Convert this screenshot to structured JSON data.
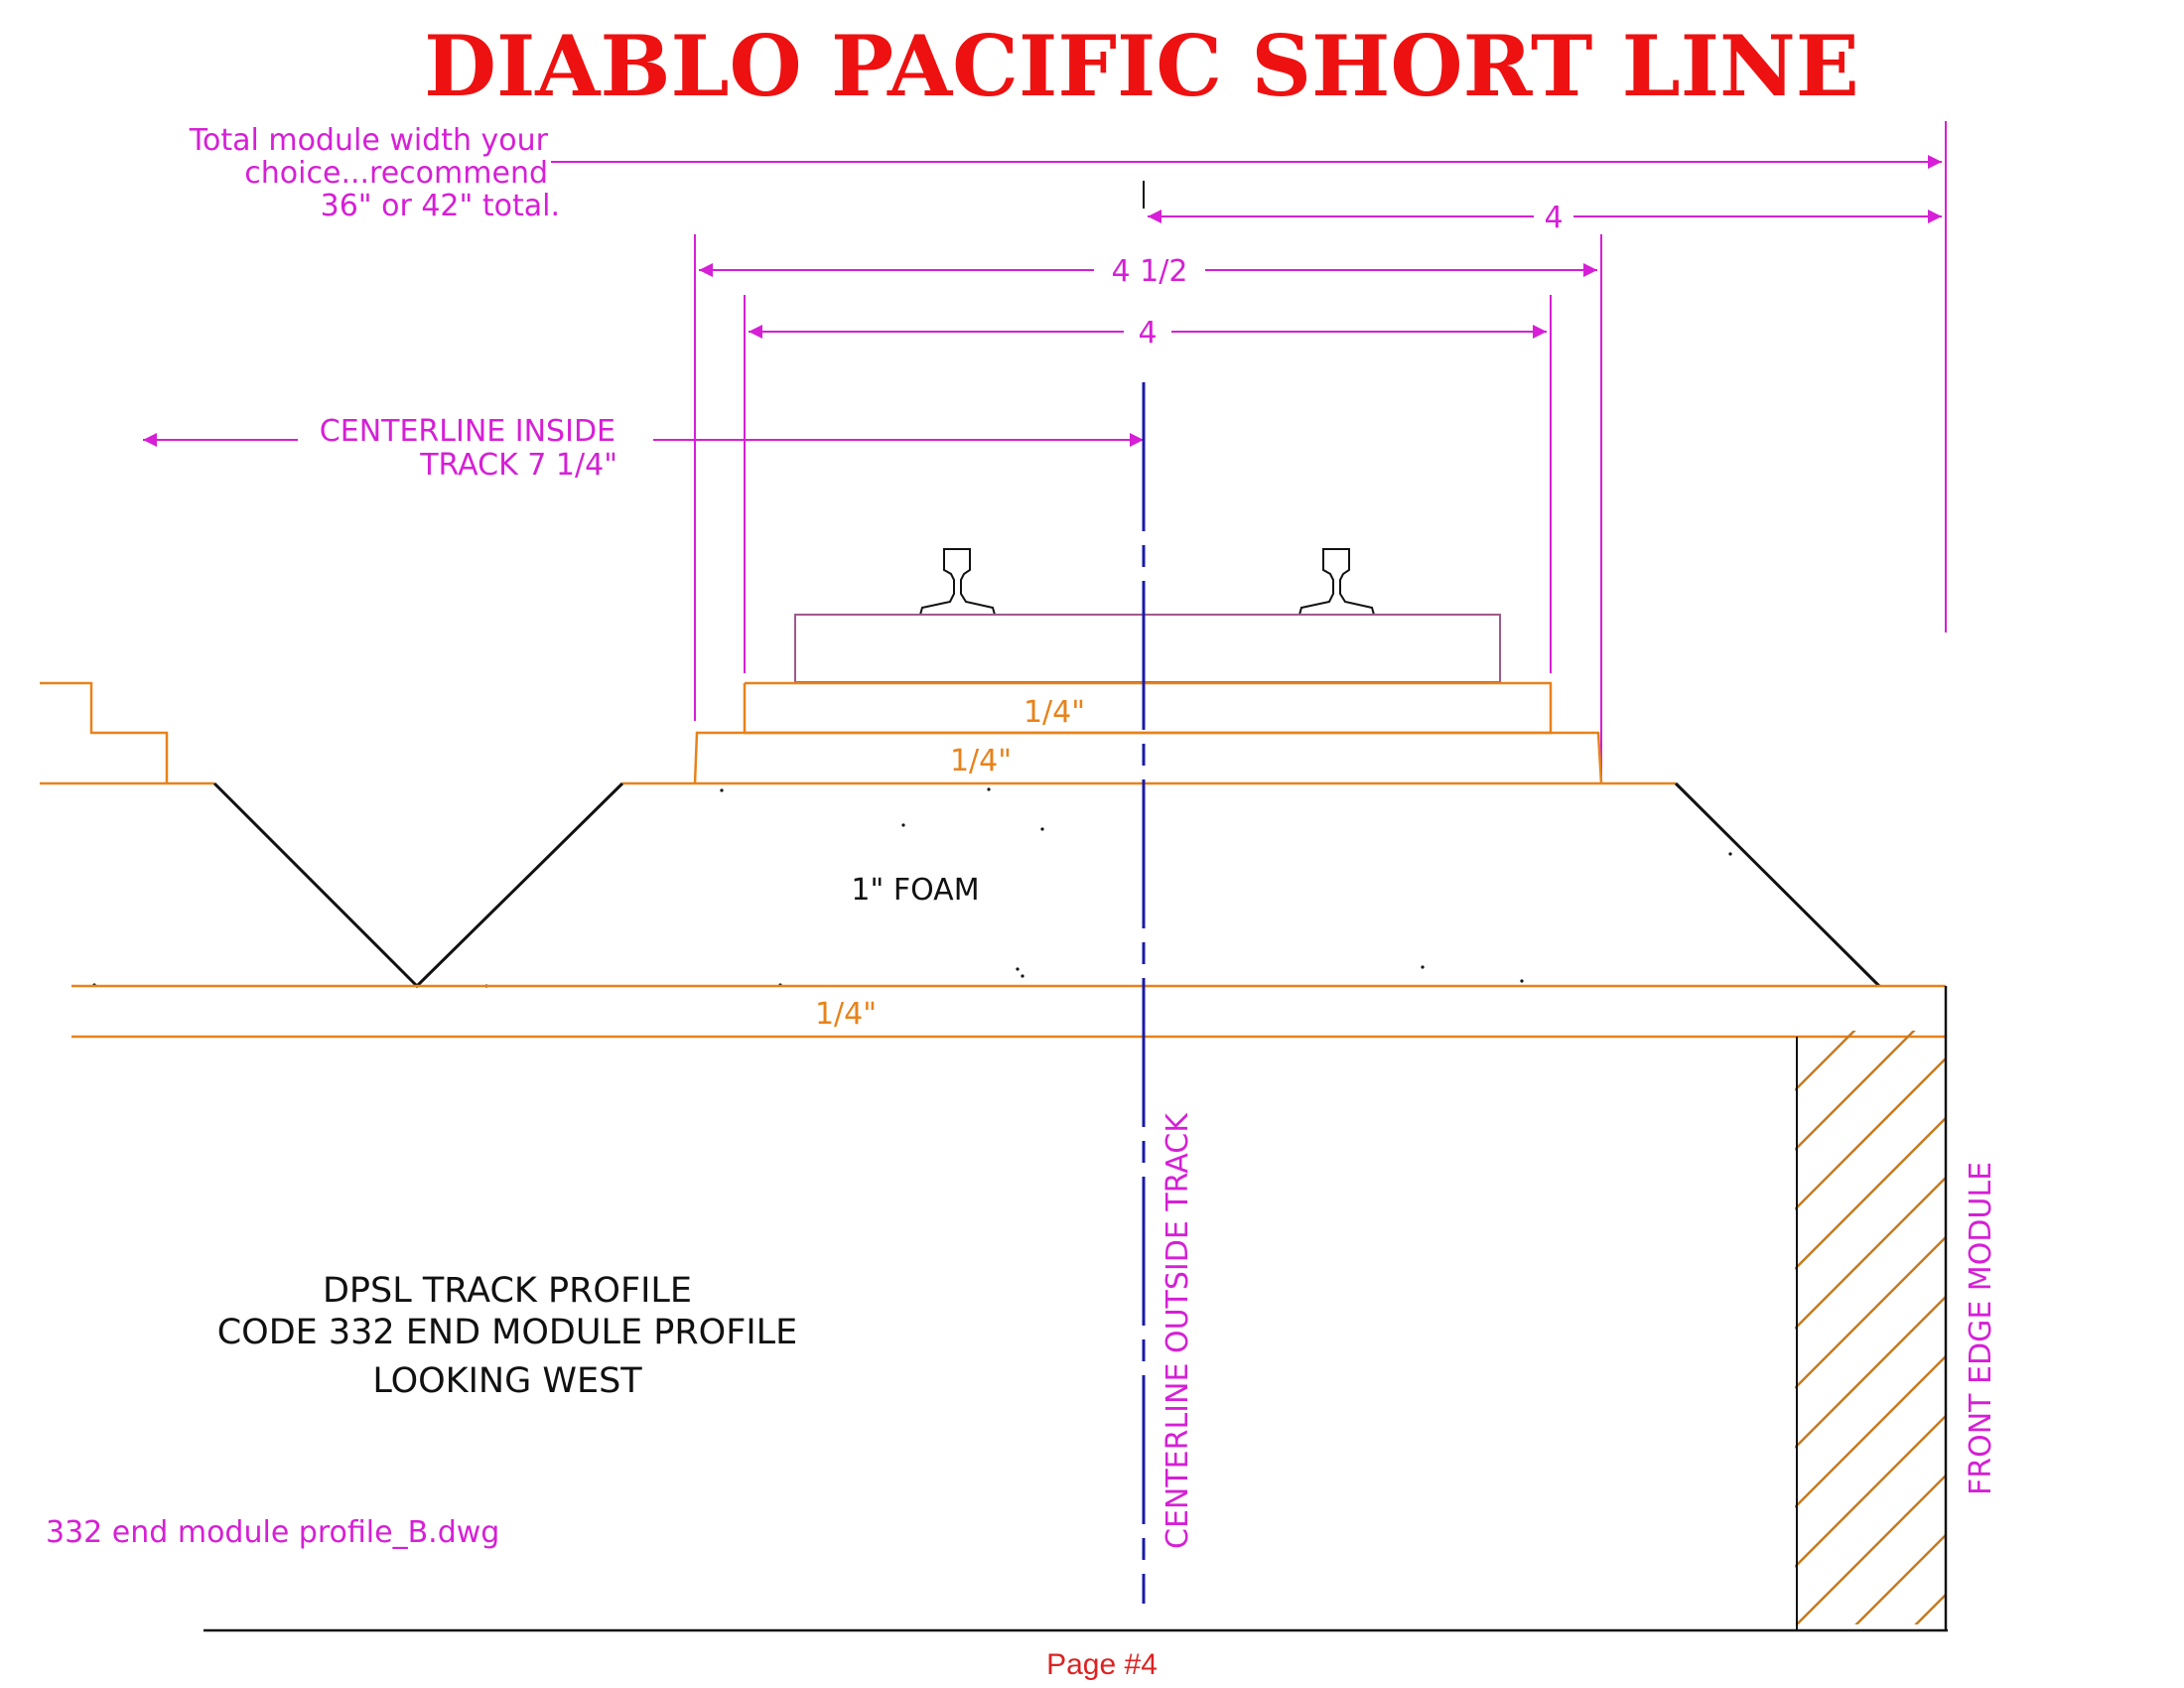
{
  "title": "DIABLO PACIFIC SHORT LINE",
  "notes": {
    "module_width": [
      "Total module width your",
      "choice...recommend",
      "36\" or 42\" total."
    ],
    "centerline_inside": [
      "CENTERLINE INSIDE",
      "TRACK 7 1/4\""
    ],
    "centerline_outside": "CENTERLINE OUTSIDE TRACK",
    "front_edge": "FRONT EDGE MODULE",
    "foam": "1\" FOAM",
    "profile_title": [
      "DPSL TRACK PROFILE",
      "CODE 332 END MODULE PROFILE",
      "LOOKING WEST"
    ],
    "filename": "332 end module profile_B.dwg",
    "page": "Page #4"
  },
  "dimensions": {
    "to_edge": "4",
    "roadbed_outer": "4 1/2",
    "roadbed_inner": "4"
  },
  "layers": {
    "roadbed_top": "1/4\"",
    "roadbed_bottom": "1/4\"",
    "base": "1/4\""
  },
  "colors": {
    "title": "#ee1111",
    "dimension": "#d61fd6",
    "plywood": "#e8821a",
    "centerline": "#1a1aa8",
    "tie": "#a05a8a",
    "outline": "#111111"
  }
}
